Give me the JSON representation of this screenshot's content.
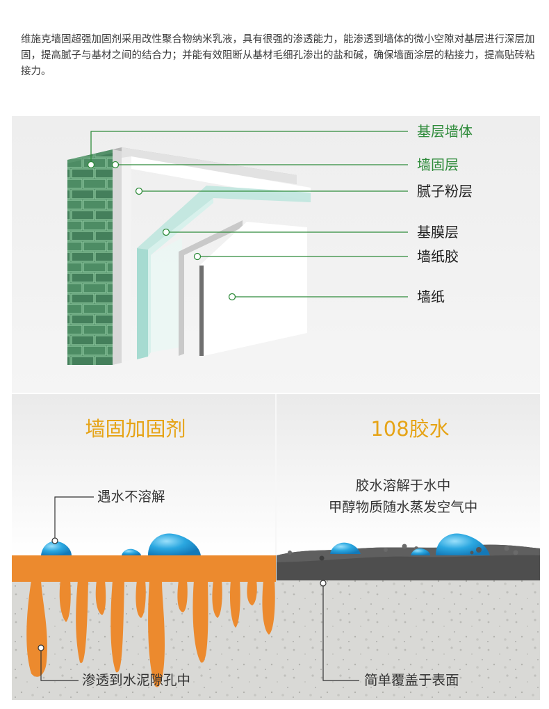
{
  "intro": "维施克墙固超强加固剂采用改性聚合物纳米乳液，具有很强的渗透能力，能渗透到墙体的微小空隙对基层进行深层加固，提高腻子与基材之间的结合力；并能有效阻断从基材毛细孔渗出的盐和碱，确保墙面涂层的粘接力，提高贴砖粘接力。",
  "layers": [
    {
      "label": "基层墙体",
      "color": "#2e8b3a"
    },
    {
      "label": "墙固层",
      "color": "#2e8b3a"
    },
    {
      "label": "腻子粉层",
      "color": "#1e1e1e"
    },
    {
      "label": "基膜层",
      "color": "#1e1e1e"
    },
    {
      "label": "墙纸胶",
      "color": "#1e1e1e"
    },
    {
      "label": "墙纸",
      "color": "#1e1e1e"
    }
  ],
  "compare": {
    "left": {
      "title": "墙固加固剂",
      "top_note": "遇水不溶解",
      "bottom_note": "渗透到水泥隙孔中"
    },
    "right": {
      "title": "108胶水",
      "top_note_line1": "胶水溶解于水中",
      "top_note_line2": "甲醇物质随水蒸发空气中",
      "bottom_note": "简单覆盖于表面"
    }
  },
  "colors": {
    "title": "#e6a417",
    "label_green": "#2e8b3a",
    "orange": "#ec8a2e",
    "droplet": "#2aa7e0",
    "brick": "#3d7a55"
  }
}
